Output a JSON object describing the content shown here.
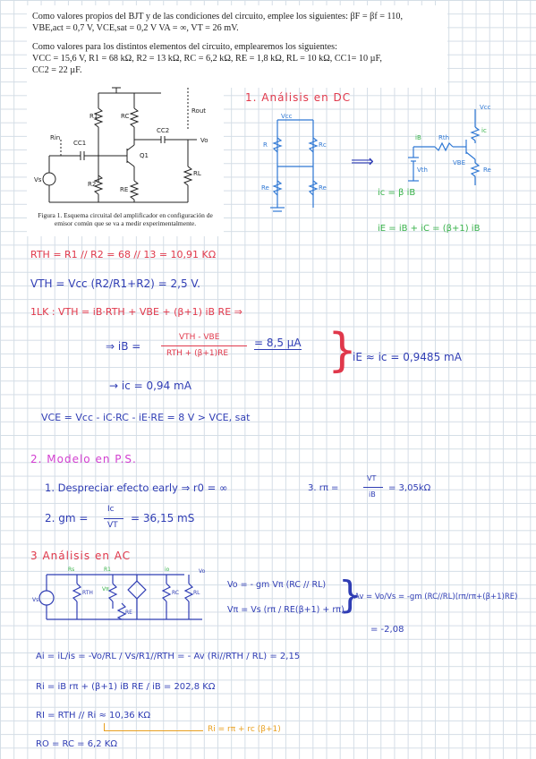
{
  "intro": {
    "line1": "Como valores propios del BJT y de las condiciones del circuito, emplee los siguientes: βF = βf = 110,",
    "line2": "VBE,act = 0,7 V, VCE,sat = 0,2 V VA = ∞, VT = 26 mV.",
    "line3": "Como valores para los distintos elementos del circuito, emplearemos los siguientes:",
    "line4": "VCC = 15,6 V, R1 = 68 kΩ, R2 = 13 kΩ, RC = 6,2 kΩ, RE = 1,8 kΩ, RL = 10 kΩ, CC1= 10 µF,",
    "line5": "CC2 = 22 µF."
  },
  "figure": {
    "caption1": "Figura 1. Esquema circuital del amplificador en configuración de",
    "caption2": "emisor común que se va a medir experimentalmente.",
    "labels": {
      "r1": "R1",
      "rc": "RC",
      "cc2": "CC2",
      "rout": "Rout",
      "rin": "Rin",
      "cc1": "CC1",
      "q1": "Q1",
      "vo": "Vo",
      "rl": "RL",
      "vs": "Vs",
      "r2": "R2",
      "re": "RE"
    }
  },
  "dc": {
    "heading": "1. Análisis en DC",
    "vcc1": "Vcc",
    "r": "R",
    "rc": "Rc",
    "rb": "Re",
    "re2": "Re",
    "vcc2": "Vcc",
    "ib": "iB",
    "rth": "Rth",
    "vth": "Vth",
    "vbe": "VBE",
    "ic": "ic",
    "re": "Re",
    "eq_ic": "ic = β iB",
    "eq_ie": "iE = iB + iC = (β+1) iB"
  },
  "eqs": {
    "rth": "RTH = R1 // R2  =  68 // 13  =  10,91 KΩ",
    "vth": "VTH = Vcc (R2/R1+R2)  =  2,5  V.",
    "lk": "1LK :   VTH  =  iB·RTH + VBE + (β+1) iB RE   ⇒",
    "ib_lhs": "⇒  iB =",
    "ib_num": "VTH - VBE",
    "ib_den": "RTH + (β+1)RE",
    "ib_val": "=  8,5 µA",
    "ic_arrow": "→  ic  =  0,94  mA",
    "ie": "iE  ≈  ic   =   0,9485  mA",
    "vce": "VCE  =  Vcc - iC·RC  -  iE·RE   =  8 V   > VCE, sat"
  },
  "ps": {
    "heading": "2. Modelo en P.S.",
    "item1": "1.  Despreciar  efecto  early  ⇒  r0 = ∞",
    "item2_pre": "2.  gm =",
    "item2_num": "Ic",
    "item2_den": "VT",
    "item2_val": "=  36,15 mS",
    "item3_pre": "3.   rπ =",
    "item3_num": "VT",
    "item3_den": "iB",
    "item3_val": "=  3,05kΩ"
  },
  "ac": {
    "heading": "3 Análisis en AC",
    "vo_eq": "Vo  =  - gm Vπ (RC // RL)",
    "vpi_eq": "Vπ  =  Vs (rπ / RE(β+1) + rπ)",
    "av_eq": "Av = Vo/Vs = -gm (RC//RL)(rπ/rπ+(β+1)RE)",
    "av_val": "= -2,08",
    "ai": "Ai =  iL/is  =  -Vo/RL / Vs/R1//RTH  =  - Av (Ri//RTH / RL)  =  2,15",
    "ri": "Ri  =   iB rπ + (β+1) iB RE  / iB    =   202,8  KΩ",
    "ri2": "RI  =  RTH // Ri   ≈  10,36 KΩ",
    "ri_note": "Ri = rπ + rc (β+1)",
    "ro": "RO  =  RC  =  6,2 KΩ",
    "circ": {
      "rs": "Rs",
      "rb": "R1",
      "vpi": "Vπ",
      "io": "io",
      "vs": "Vs",
      "rrh": "RTH",
      "re": "RE",
      "rc": "RC",
      "rl": "RL",
      "vo": "Vo"
    }
  }
}
